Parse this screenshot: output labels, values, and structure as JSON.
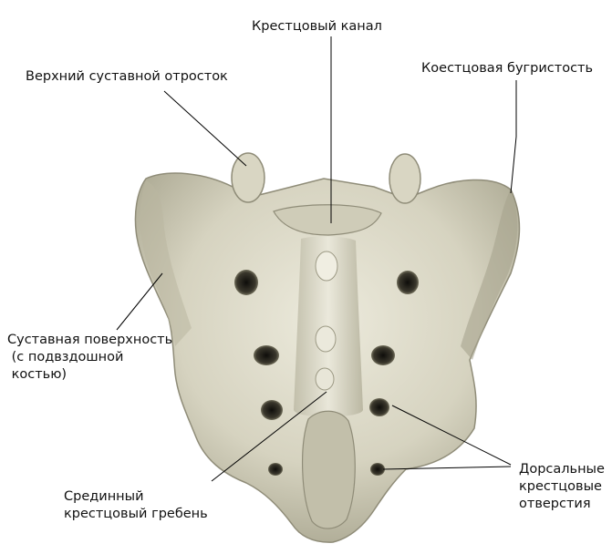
{
  "labels": {
    "sacral_canal": "Крестцовый канал",
    "superior_articular_process": "Верхний суставной отросток",
    "sacral_tuberosity": "Коестцовая бугристость",
    "auricular_surface": [
      "Суставная поверхность",
      " (с подвздошной",
      " костью)"
    ],
    "median_crest": [
      "Срединный",
      "крестцовый гребень"
    ],
    "dorsal_foramina": [
      "Дорсальные",
      "крестцовые",
      "отверстия"
    ]
  },
  "colors": {
    "bone_light": "#e6e4d6",
    "bone_mid": "#c9c6b2",
    "bone_shadow": "#8f8c78",
    "foramen": "#2a2820",
    "leader_line": "#000000"
  }
}
